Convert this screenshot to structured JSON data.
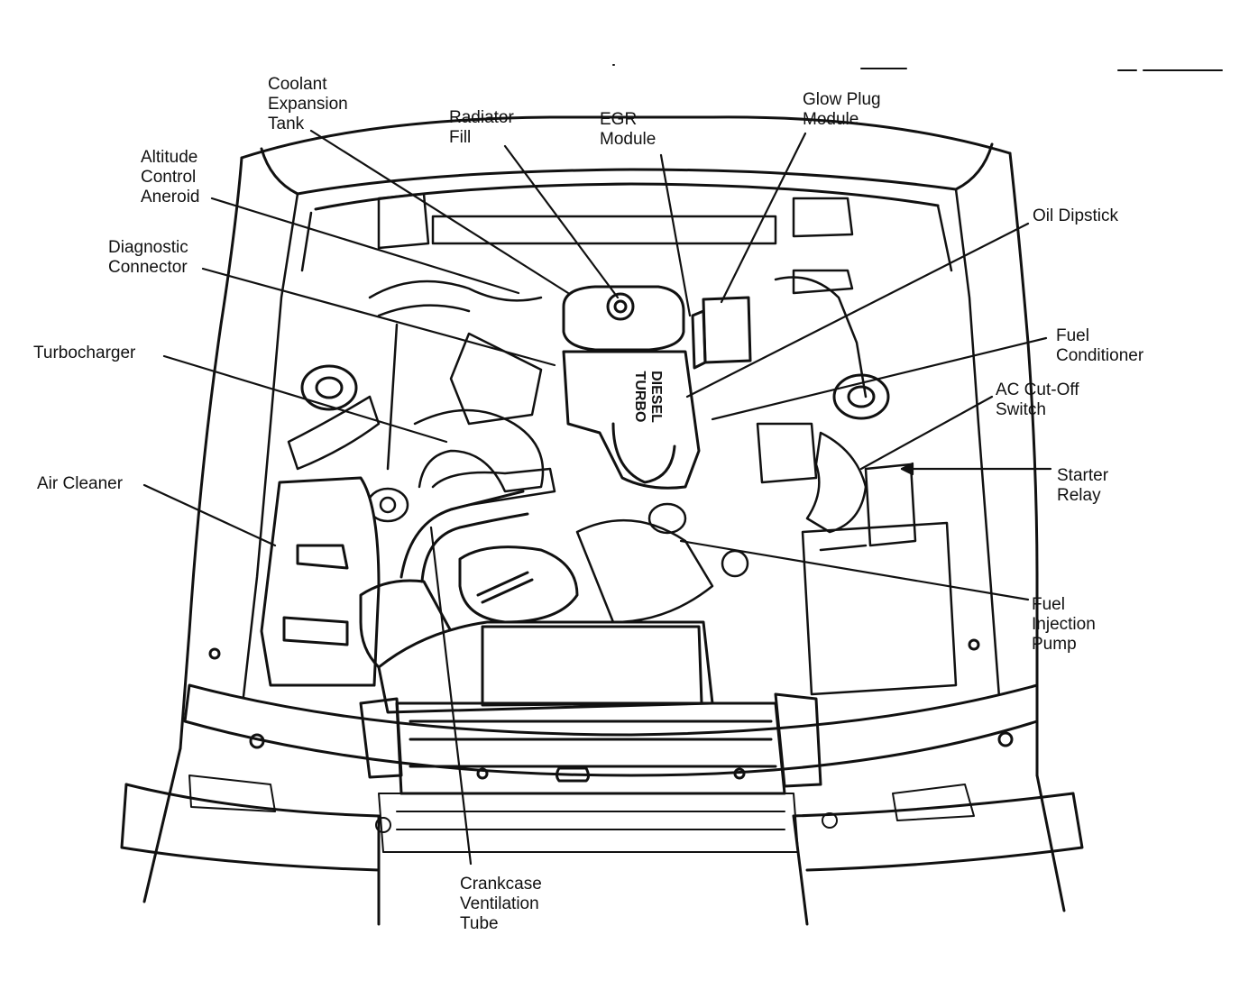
{
  "colors": {
    "ink": "#111111",
    "paper": "#ffffff",
    "shade": "#d9d9d9"
  },
  "engine_text": [
    "TURBO",
    "DIESEL"
  ],
  "labels": {
    "coolant_expansion_tank": [
      "Coolant",
      "Expansion",
      "Tank"
    ],
    "radiator_fill": [
      "Radiator",
      "Fill"
    ],
    "egr_module": [
      "EGR",
      "Module"
    ],
    "glow_plug_module": [
      "Glow Plug",
      "Module"
    ],
    "altitude_control_aneroid": [
      "Altitude",
      "Control",
      "Aneroid"
    ],
    "diagnostic_connector": [
      "Diagnostic",
      "Connector"
    ],
    "turbocharger": [
      "Turbocharger"
    ],
    "air_cleaner": [
      "Air Cleaner"
    ],
    "oil_dipstick": [
      "Oil Dipstick"
    ],
    "fuel_conditioner": [
      "Fuel",
      "Conditioner"
    ],
    "ac_cutoff_switch": [
      "AC Cut-Off",
      "Switch"
    ],
    "starter_relay": [
      "Starter",
      "Relay"
    ],
    "fuel_injection_pump": [
      "Fuel",
      "Injection",
      "Pump"
    ],
    "crankcase_ventilation_tube": [
      "Crankcase",
      "Ventilation",
      "Tube"
    ]
  }
}
